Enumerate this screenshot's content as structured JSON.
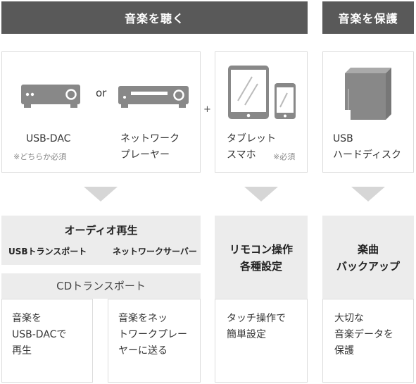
{
  "headers": {
    "listen": "音楽を聴く",
    "protect": "音楽を保護"
  },
  "devices": {
    "usb_dac": "USB-DAC",
    "or": "or",
    "network_player_line1": "ネットワーク",
    "network_player_line2": "プレーヤー",
    "either_required": "※どちらか必須",
    "plus": "+",
    "tablet_line1": "タブレット",
    "smartphone": "スマホ",
    "required": "※必須",
    "usb_line1": "USB",
    "usb_line2": "ハードディスク"
  },
  "functions": {
    "audio_playback": {
      "title": "オーディオ再生",
      "usb_transport": "USBトランスポート",
      "network_server": "ネットワークサーバー",
      "cd_transport": "CDトランスポート",
      "left_desc": [
        "音楽を",
        "USB-DACで",
        "再生"
      ],
      "right_desc": [
        "音楽をネッ",
        "トワークプレー",
        "ヤーに送る"
      ]
    },
    "remote": {
      "title_line1": "リモコン操作",
      "title_line2": "各種設定",
      "desc": [
        "タッチ操作で",
        "簡単設定"
      ]
    },
    "backup": {
      "title_line1": "楽曲",
      "title_line2": "バックアップ",
      "desc": [
        "大切な",
        "音楽データを",
        "保護"
      ]
    }
  },
  "colors": {
    "header_bg": "#595959",
    "panel_bg": "#ececec",
    "border": "#dcdcdc",
    "arrow": "#d6d6d6",
    "icon": "#888888"
  }
}
